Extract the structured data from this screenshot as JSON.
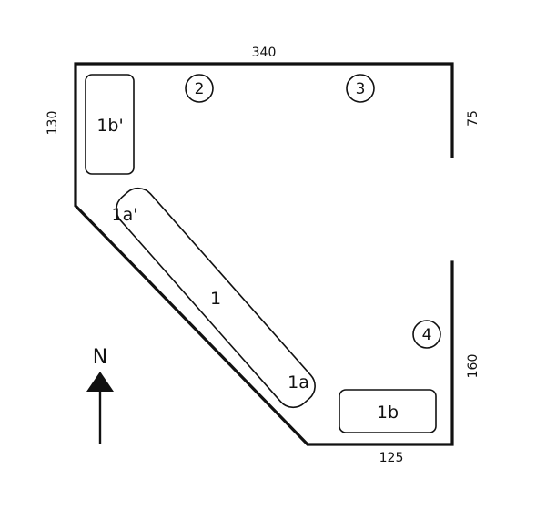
{
  "dimensions": {
    "top": "340",
    "left": "130",
    "right_upper": "75",
    "right_lower": "160",
    "bottom": "125"
  },
  "areas": {
    "a1b_prime": "1b'",
    "a1a_prime": "1a'",
    "a1": "1",
    "a1a": "1a",
    "a1b": "1b"
  },
  "markers": {
    "m2": "2",
    "m3": "3",
    "m4": "4"
  },
  "compass": {
    "label": "N"
  }
}
